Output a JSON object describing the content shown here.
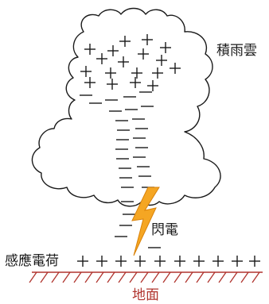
{
  "labels": {
    "cloud": "積雨雲",
    "lightning": "閃電",
    "induced_charge": "感應電荷",
    "ground": "地面"
  },
  "colors": {
    "ink": "#1a1a1a",
    "lightning_fill": "#f5a623",
    "ground": "#b0342e"
  },
  "symbols": {
    "positive": "+",
    "negative": "—"
  },
  "icons": {
    "lightning": "lightning-bolt-icon"
  }
}
